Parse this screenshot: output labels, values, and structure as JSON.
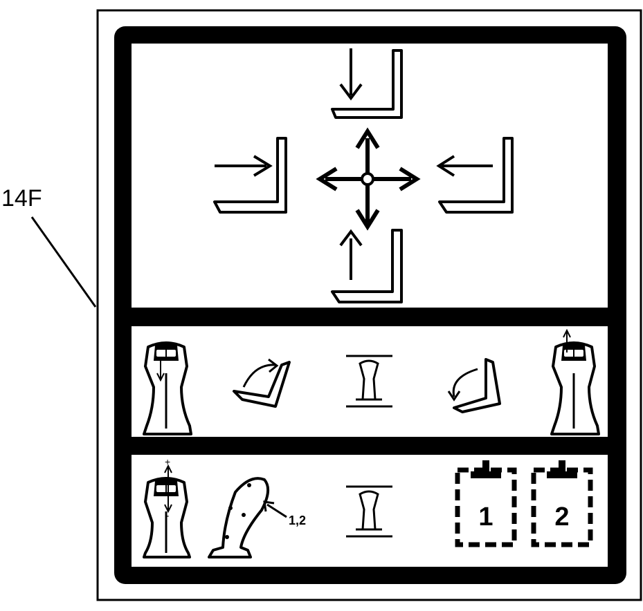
{
  "reference_label": "14F",
  "fork_arrow_label": "1,2",
  "joystick_plus": "+",
  "joystick_minus": "-",
  "memory_buttons": [
    {
      "number": "1"
    },
    {
      "number": "2"
    }
  ],
  "colors": {
    "ink": "#000000",
    "paper": "#ffffff"
  }
}
